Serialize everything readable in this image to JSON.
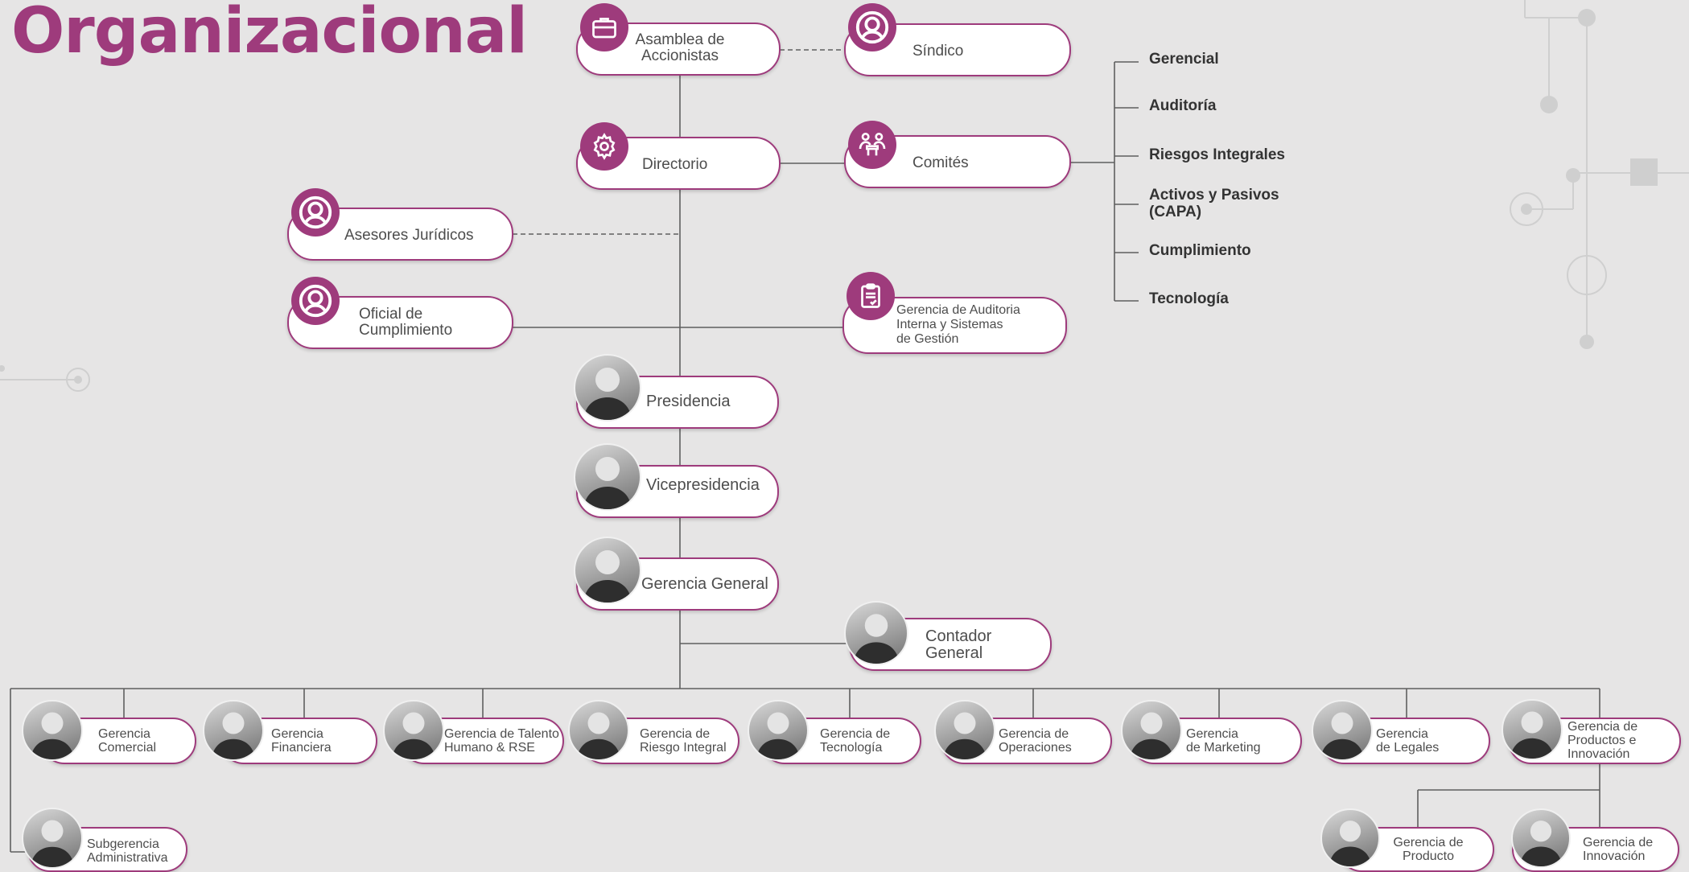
{
  "title": "Organizacional",
  "accent_color": "#9e3b7c",
  "governance": {
    "asamblea": "Asamblea de\nAccionistas",
    "sindico": "Síndico",
    "directorio": "Directorio",
    "comites": "Comités",
    "asesores": "Asesores Jurídicos",
    "oficial": "Oficial de\nCumplimiento",
    "auditoria": "Gerencia de Auditoria\nInterna y Sistemas\nde Gestión"
  },
  "committees": [
    "Gerencial",
    "Auditoría",
    "Riesgos Integrales",
    "Activos y Pasivos\n(CAPA)",
    "Cumplimiento",
    "Tecnología"
  ],
  "executive": {
    "presidencia": "Presidencia",
    "vicepresidencia": "Vicepresidencia",
    "gerencia_general": "Gerencia General",
    "contador": "Contador\nGeneral"
  },
  "departments": [
    "Gerencia\nComercial",
    "Gerencia\nFinanciera",
    "Gerencia de Talento\nHumano & RSE",
    "Gerencia de\nRiesgo Integral",
    "Gerencia de\nTecnología",
    "Gerencia de\nOperaciones",
    "Gerencia\nde Marketing",
    "Gerencia\nde Legales",
    "Gerencia de\nProductos e\nInnovación"
  ],
  "sub_units": {
    "subgerencia": "Subgerencia\nAdministrativa",
    "producto": "Gerencia de\nProducto",
    "innovacion": "Gerencia de\nInnovación"
  },
  "icons": {
    "asamblea": "briefcase-icon",
    "sindico": "person-icon",
    "directorio": "gear-icon",
    "comites": "meeting-icon",
    "asesores": "person-icon",
    "oficial": "person-icon",
    "auditoria": "clipboard-icon"
  }
}
